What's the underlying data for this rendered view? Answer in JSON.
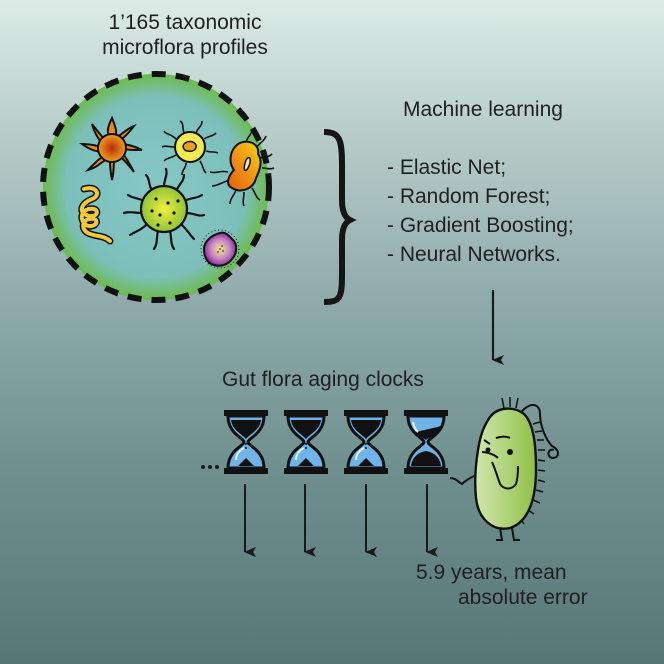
{
  "input": {
    "title_line1": "1’165 taxonomic",
    "title_line2": "microflora profiles",
    "dish_fill": "#7dbfbf",
    "dish_rim": "#6fbf4a"
  },
  "machine_learning": {
    "title": "Machine learning",
    "methods": [
      "- Elastic Net;",
      "- Random Forest;",
      "- Gradient Boosting;",
      "- Neural Networks."
    ]
  },
  "clocks": {
    "title": "Gut flora aging clocks",
    "ellipsis": "...",
    "count": 4,
    "glass_color": "#6fb3e8"
  },
  "result": {
    "line1": "5.9 years, mean",
    "line2": "absolute error"
  },
  "mascot": {
    "body_color": "#9cc860"
  }
}
